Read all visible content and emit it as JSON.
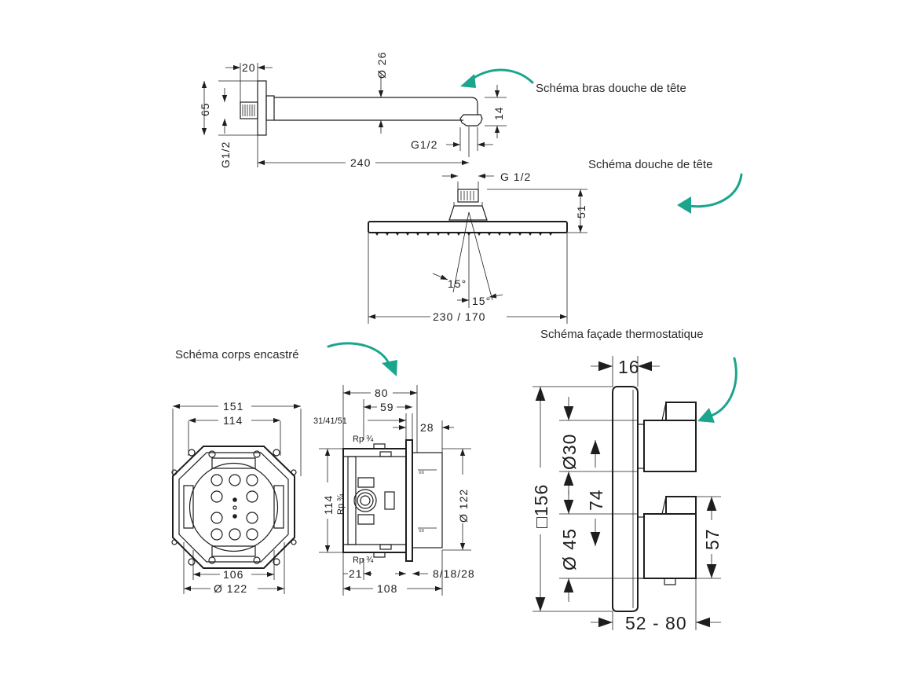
{
  "captions": {
    "arm": "Schéma bras douche de tête",
    "head": "Schéma douche de tête",
    "body": "Schéma corps encastré",
    "trim": "Schéma façade thermostatique"
  },
  "colors": {
    "accent": "#1aa58c",
    "line": "#1e1e1e"
  },
  "arm": {
    "d_20": "20",
    "d_26": "Ø 26",
    "d_65": "65",
    "d_g12_left": "G1/2",
    "d_14": "14",
    "d_g12_bottom": "G1/2",
    "d_240": "240"
  },
  "head": {
    "d_g12": "G 1/2",
    "d_51": "51",
    "d_15a": "15°",
    "d_15b": "15°",
    "d_230": "230 / 170"
  },
  "body": {
    "d_151": "151",
    "d_114_top": "114",
    "d_106": "106",
    "d_122_bottom": "Ø 122",
    "d_80": "80",
    "d_59": "59",
    "d_314151": "31/41/51",
    "d_28": "28",
    "d_rp_top": "Rp ¾",
    "d_rp_side": "Rp ¾",
    "d_rp_bottom": "Rp ¾",
    "d_114_side": "114",
    "d_122_side": "Ø 122",
    "d_21": "21",
    "d_81828": "8/18/28",
    "d_108": "108"
  },
  "trim": {
    "d_16": "16",
    "d_156": "□156",
    "d_30": "Ø30",
    "d_74": "74",
    "d_45": "Ø 45",
    "d_57": "57",
    "d_5280": "52 - 80"
  }
}
